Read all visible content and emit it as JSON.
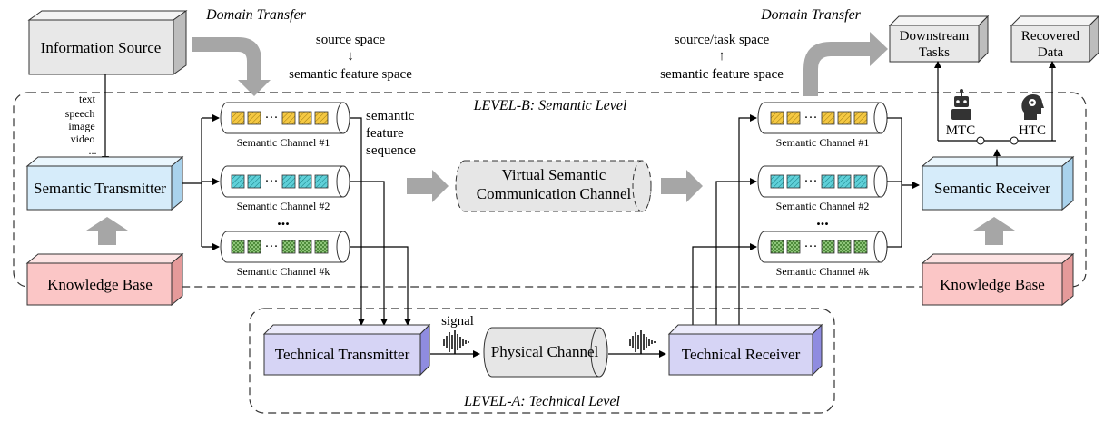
{
  "source": {
    "title": "Information Source",
    "modalities": [
      "text",
      "speech",
      "image",
      "video",
      "..."
    ]
  },
  "domain_transfer_left": {
    "title": "Domain Transfer",
    "from": "source space",
    "arrow": "↓",
    "to": "semantic feature space"
  },
  "domain_transfer_right": {
    "title": "Domain Transfer",
    "from": "source/task space",
    "arrow": "↑",
    "to": "semantic feature space"
  },
  "level_b": {
    "label": "LEVEL-B: Semantic Level"
  },
  "level_a": {
    "label": "LEVEL-A: Technical Level"
  },
  "semantic_transmitter": {
    "label": "Semantic Transmitter"
  },
  "semantic_receiver": {
    "label": "Semantic Receiver"
  },
  "knowledge_base_left": {
    "label": "Knowledge Base"
  },
  "knowledge_base_right": {
    "label": "Knowledge Base"
  },
  "feature_sequence": {
    "line1": "semantic",
    "line2": "feature",
    "line3": "sequence"
  },
  "channels_left": [
    {
      "label": "Semantic Channel #1"
    },
    {
      "label": "Semantic Channel #2"
    },
    {
      "label": "Semantic Channel #k"
    }
  ],
  "channels_right": [
    {
      "label": "Semantic Channel #1"
    },
    {
      "label": "Semantic Channel #2"
    },
    {
      "label": "Semantic Channel #k"
    }
  ],
  "channel_ellipsis": "...",
  "cell_ellipsis": "···",
  "virtual_channel": {
    "line1": "Virtual Semantic",
    "line2": "Communication Channel"
  },
  "downstream": {
    "line1": "Downstream",
    "line2": "Tasks"
  },
  "recovered": {
    "line1": "Recovered",
    "line2": "Data"
  },
  "mtc": {
    "label": "MTC"
  },
  "htc": {
    "label": "HTC"
  },
  "technical_transmitter": {
    "label": "Technical Transmitter"
  },
  "technical_receiver": {
    "label": "Technical Receiver"
  },
  "physical_channel": {
    "label": "Physical Channel"
  },
  "signal": {
    "label": "signal"
  },
  "colors": {
    "source_fill": "#e8e8e8",
    "semantic_fill": "#d6ecfa",
    "knowledge_fill": "#fbc6c6",
    "technical_fill": "#d6d4f5",
    "channel1_cell": "#f5c842",
    "channel2_cell": "#5fd0d8",
    "channelk_cell": "#9fd48a",
    "big_arrow": "#a6a6a6"
  }
}
